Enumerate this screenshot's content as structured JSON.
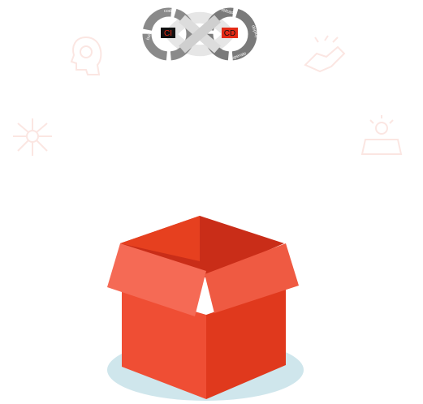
{
  "devops_logo": {
    "ci_label": "CI",
    "cd_label": "CD",
    "segments": {
      "code": "code",
      "build": "build",
      "release": "release",
      "deploy": "deploy",
      "operate": "operate"
    }
  },
  "colors": {
    "box_front": "#ef4e34",
    "box_side": "#e0391d",
    "box_flap": "#f56a55",
    "shadow": "#cfe6ec",
    "loop_gray": "#888888",
    "label_bg": "#e32a16"
  },
  "decor_icons": [
    "head-icon",
    "handshake-icon",
    "network-icon",
    "team-icon"
  ]
}
